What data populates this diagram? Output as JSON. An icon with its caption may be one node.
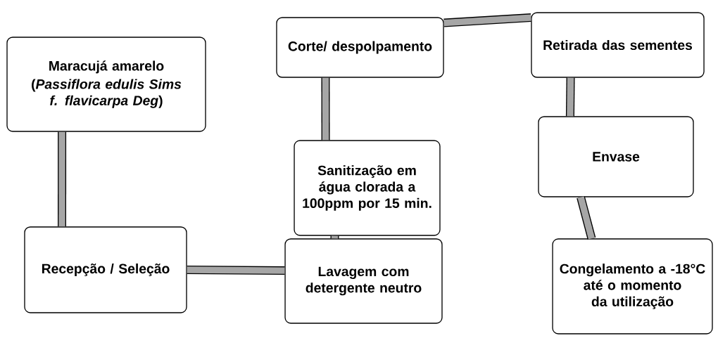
{
  "diagram": {
    "nodes": [
      {
        "text": [
          "Maracujá amarelo",
          "(*Passiflora edulis Sims f. flavicarpa Deg*)"
        ]
      },
      {
        "text": [
          "Recepção / Seleção"
        ]
      },
      {
        "text": [
          "Lavagem com detergente neutro"
        ]
      },
      {
        "text": [
          "Sanitização em água clorada a 100ppm por 15 min."
        ]
      },
      {
        "text": [
          "Corte/ despolpamento"
        ]
      },
      {
        "text": [
          "Retirada das sementes"
        ]
      },
      {
        "text": [
          "Envase"
        ]
      },
      {
        "text": [
          "Congelamento a -18°C até o momento da utilização"
        ]
      }
    ],
    "edges": [
      {
        "from": 0,
        "to": 1,
        "arrow": "none"
      },
      {
        "from": 1,
        "to": 2,
        "arrow": "none"
      },
      {
        "from": 2,
        "to": 3,
        "arrow": "none"
      },
      {
        "from": 3,
        "to": 4,
        "arrow": "none"
      },
      {
        "from": 4,
        "to": 5,
        "arrow": "none"
      },
      {
        "from": 5,
        "to": 6,
        "arrow": "none"
      },
      {
        "from": 6,
        "to": 7,
        "arrow": "none"
      }
    ]
  }
}
